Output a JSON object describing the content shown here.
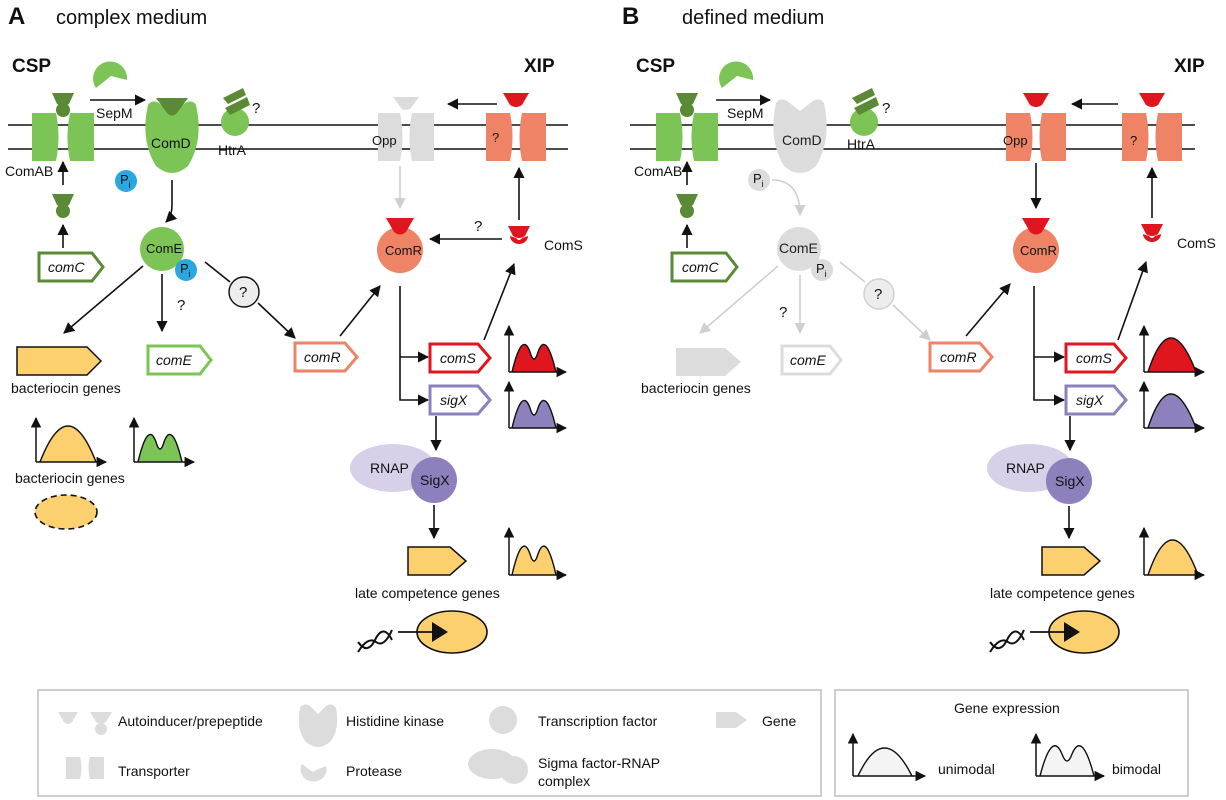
{
  "panel_a": {
    "letter": "A",
    "title": "complex medium",
    "csp": "CSP",
    "xip": "XIP",
    "sepm": "SepM",
    "comd": "ComD",
    "htra": "HtrA",
    "opp": "Opp",
    "unknown_transporter": "?",
    "comab": "ComAB",
    "pi": "P",
    "pi_sub": "i",
    "come": "ComE",
    "comr": "ComR",
    "coms_protein": "ComS",
    "comc_gene": "comC",
    "come_gene": "comE",
    "comr_gene": "comR",
    "coms_gene": "comS",
    "sigx_gene": "sigX",
    "bacteriocin_genes": "bacteriocin genes",
    "bacteriocin_genes_2": "bacteriocin genes",
    "rnap": "RNAP",
    "sigx": "SigX",
    "late_competence_genes": "late competence genes",
    "question": "?"
  },
  "panel_b": {
    "letter": "B",
    "title": "defined medium",
    "csp": "CSP",
    "xip": "XIP",
    "sepm": "SepM",
    "comd": "ComD",
    "htra": "HtrA",
    "opp": "Opp",
    "unknown_transporter": "?",
    "comab": "ComAB",
    "pi": "P",
    "pi_sub": "i",
    "come": "ComE",
    "comr": "ComR",
    "coms_protein": "ComS",
    "comc_gene": "comC",
    "come_gene": "comE",
    "comr_gene": "comR",
    "coms_gene": "comS",
    "sigx_gene": "sigX",
    "bacteriocin_genes": "bacteriocin genes",
    "rnap": "RNAP",
    "sigx": "SigX",
    "late_competence_genes": "late competence genes",
    "question": "?"
  },
  "legend": {
    "autoinducer": "Autoinducer/prepeptide",
    "histidine_kinase": "Histidine kinase",
    "transcription_factor": "Transcription factor",
    "gene": "Gene",
    "transporter": "Transporter",
    "protease": "Protease",
    "sigma_line1": "Sigma factor-RNAP",
    "sigma_line2": "complex",
    "gene_expression_title": "Gene expression",
    "unimodal": "unimodal",
    "bimodal": "bimodal"
  },
  "colors": {
    "green_light": "#7cc455",
    "green_dark": "#5a8a35",
    "green_outline": "#6aa83c",
    "salmon": "#ee8366",
    "red": "#e0161e",
    "purple": "#8d80bd",
    "purple_light": "#d7d0e8",
    "yellow": "#fdd06f",
    "blue": "#29a8e0",
    "grey": "#dcdcdc"
  }
}
